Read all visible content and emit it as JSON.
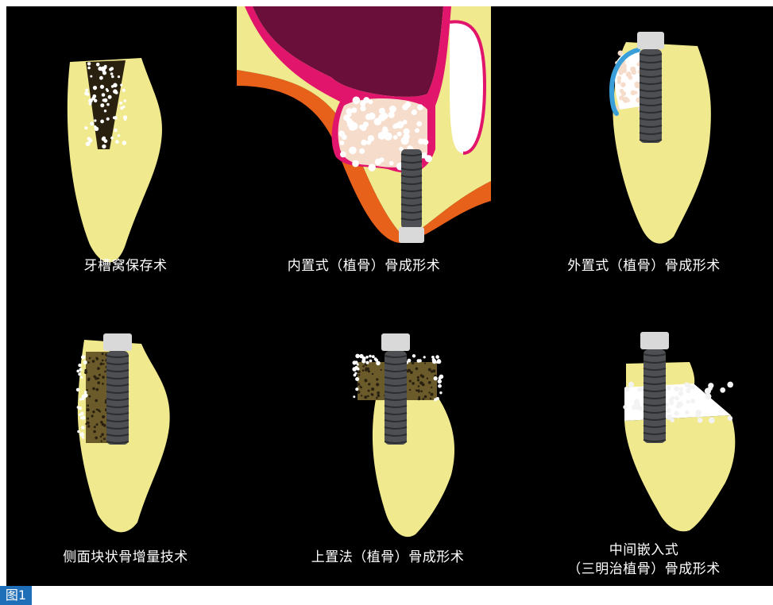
{
  "figure": {
    "tag": "图1",
    "background": "#000000",
    "panels": [
      {
        "id": "socket-preservation",
        "caption": "牙槽窝保存术"
      },
      {
        "id": "internal-graft",
        "caption": "内置式（植骨）骨成形术"
      },
      {
        "id": "external-graft",
        "caption": "外置式（植骨）骨成形术"
      },
      {
        "id": "lateral-block",
        "caption": "侧面块状骨增量技术"
      },
      {
        "id": "onlay-graft",
        "caption": "上置法（植骨）骨成形术"
      },
      {
        "id": "interpositional",
        "caption_line1": "中间嵌入式",
        "caption_line2": "（三明治植骨）骨成形术"
      }
    ]
  },
  "colors": {
    "bone": "#f1e98e",
    "graft": "#ffffff",
    "membrane": "#3a9fd8",
    "sinus_membrane": "#e0156b",
    "sinus_wall": "#e8611a",
    "implant": "#4d4f52",
    "implant_collar": "#d9d9d9",
    "tag": "#1e6fb8"
  },
  "icons": [
    "implant-icon",
    "bone-graft-particles",
    "bone-block-icon",
    "membrane-icon",
    "maxillary-sinus-icon"
  ]
}
